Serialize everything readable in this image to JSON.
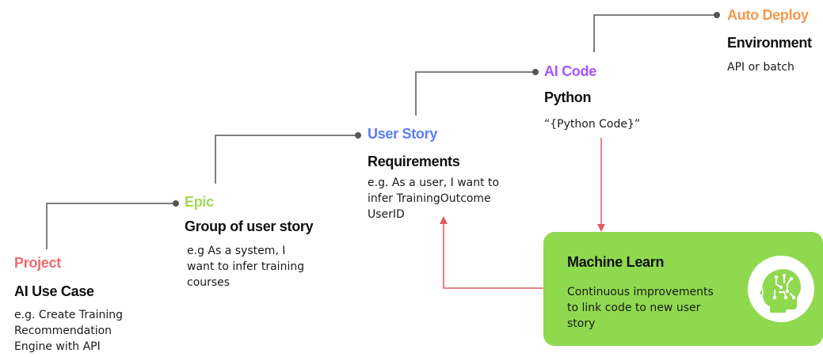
{
  "colors": {
    "project": "#ee6b6e",
    "epic": "#9fd95a",
    "user_story": "#5a7df2",
    "ai_code": "#a855f7",
    "auto_deploy": "#f39a4a",
    "connector": "#555555",
    "feedback_arrow": "#e05a63",
    "ml_box": "#8fd94f"
  },
  "stages": {
    "project": {
      "title": "Project",
      "heading": "AI Use Case",
      "desc_lines": [
        "e.g. Create Training",
        "Recommendation",
        "Engine with API"
      ]
    },
    "epic": {
      "title": "Epic",
      "heading": "Group of user story",
      "desc_lines": [
        "e.g As a system, I",
        "want to infer training",
        "courses"
      ]
    },
    "user_story": {
      "title": "User Story",
      "heading": "Requirements",
      "desc_lines": [
        "e.g. As a user, I want to",
        "infer TrainingOutcome",
        "UserID"
      ]
    },
    "ai_code": {
      "title": "AI Code",
      "heading": "Python",
      "desc_lines": [
        "“{Python Code}”"
      ]
    },
    "auto_deploy": {
      "title": "Auto Deploy",
      "heading": "Environment",
      "desc_lines": [
        "API or batch"
      ]
    }
  },
  "machine_learn": {
    "title": "Machine Learn",
    "desc_lines": [
      "Continuous improvements",
      "to link code to new user",
      "story"
    ],
    "icon": "brain-head-icon"
  }
}
